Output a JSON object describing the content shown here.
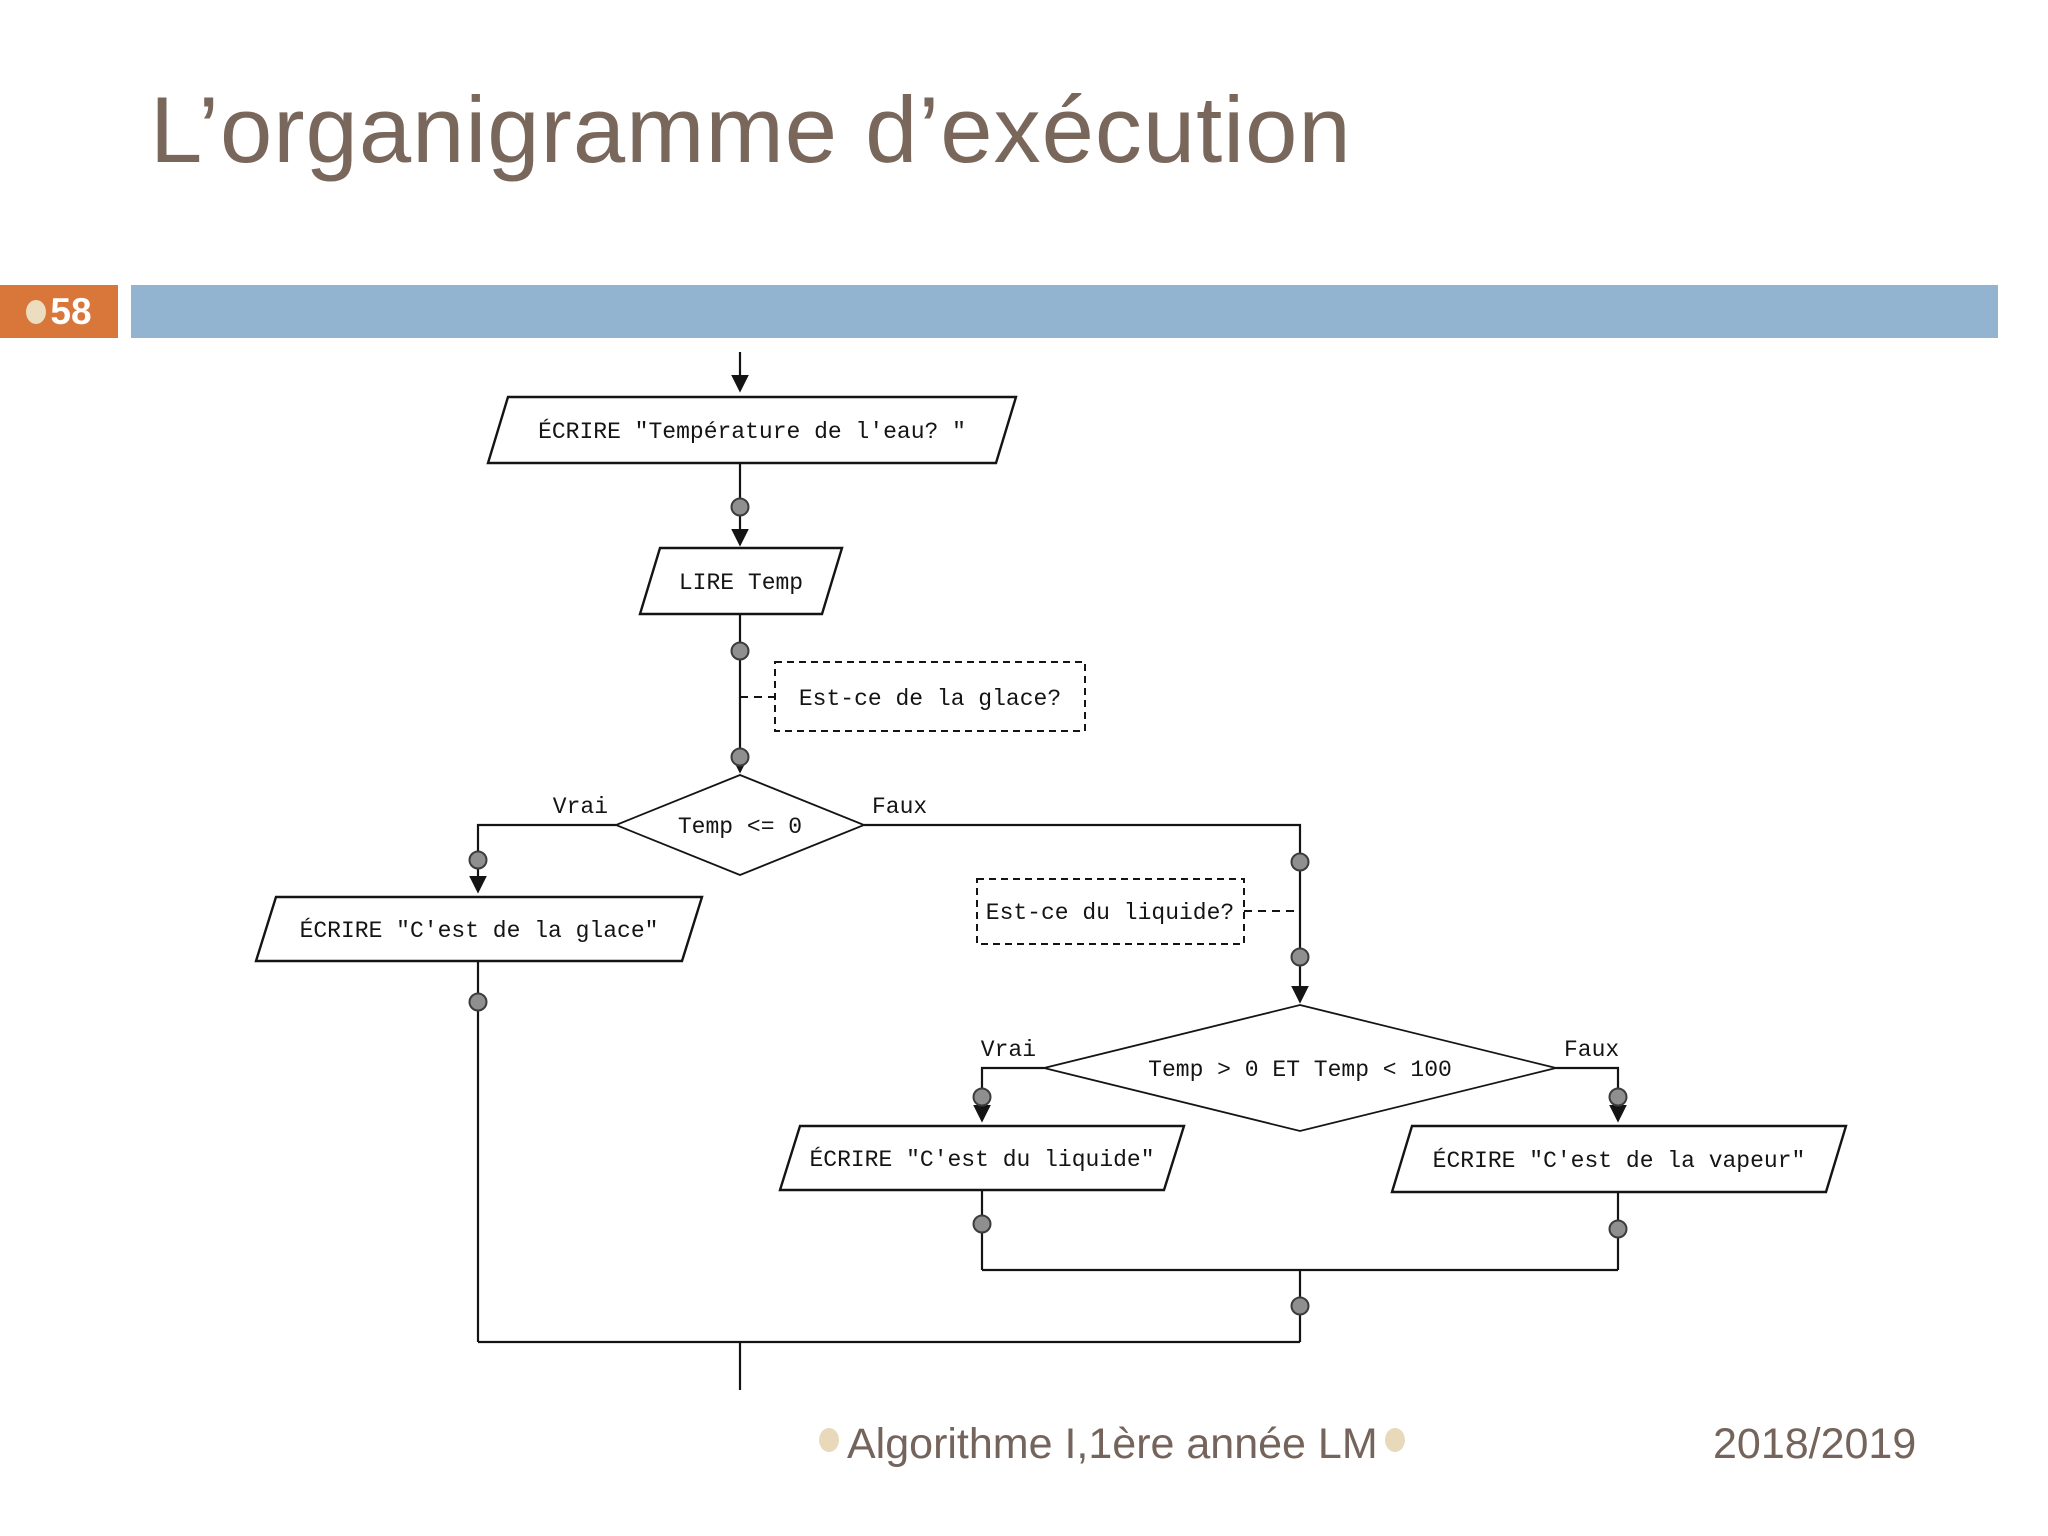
{
  "slide": {
    "title": "L’organigramme d’exécution",
    "page_badge": "58",
    "footer_left": "Algorithme I,1ère année LM",
    "footer_right": "2018/2019"
  },
  "colors": {
    "badge_orange": "#d9773b",
    "header_bar_blue": "#92b4d0",
    "title_brown": "#7a675c",
    "bullet_cream": "#e8d9bb",
    "flow_line": "#141414",
    "connector_dot_gray": "#8f8f8f"
  },
  "flowchart": {
    "write_prompt": {
      "label": "ÉCRIRE \"Température de l'eau? \""
    },
    "read_temp": {
      "label": "LIRE Temp"
    },
    "comment_ice": {
      "label": "Est-ce de la glace?"
    },
    "decision_ice": {
      "label": "Temp <= 0",
      "true_label": "Vrai",
      "false_label": "Faux"
    },
    "write_ice": {
      "label": "ÉCRIRE \"C'est de la glace\""
    },
    "comment_liquid": {
      "label": "Est-ce du liquide?"
    },
    "decision_liquid": {
      "label": "Temp > 0 ET Temp < 100",
      "true_label": "Vrai",
      "false_label": "Faux"
    },
    "write_liquid": {
      "label": "ÉCRIRE \"C'est du liquide\""
    },
    "write_vapor": {
      "label": "ÉCRIRE \"C'est de la vapeur\""
    }
  }
}
